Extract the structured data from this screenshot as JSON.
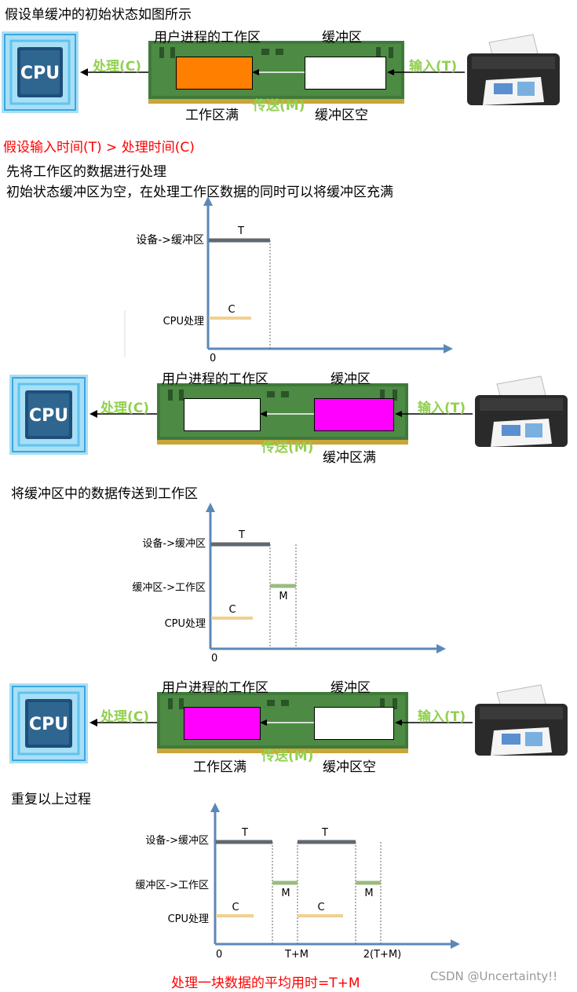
{
  "texts": {
    "intro": "假设单缓冲的初始状态如图所示",
    "assumption": "假设输入时间(T) > 处理时间(C)",
    "step1a": "先将工作区的数据进行处理",
    "step1b": "初始状态缓冲区为空，在处理工作区数据的同时可以将缓冲区充满",
    "step2": "将缓冲区中的数据传送到工作区",
    "step3": "重复以上过程",
    "conclusion": "处理一块数据的平均用时=T+M",
    "watermark": "CSDN @Uncertainty!!"
  },
  "scenes": [
    {
      "workarea_title": "用户进程的工作区",
      "buffer_title": "缓冲区",
      "process": "处理(C)",
      "input": "输入(T)",
      "transfer": "传送(M)",
      "workarea_status": "工作区满",
      "buffer_status": "缓冲区空",
      "workarea_color": "#ff7f00",
      "buffer_color": "#ffffff"
    },
    {
      "workarea_title": "用户进程的工作区",
      "buffer_title": "缓冲区",
      "process": "处理(C)",
      "input": "输入(T)",
      "transfer": "传送(M)",
      "workarea_status": "",
      "buffer_status": "缓冲区满",
      "workarea_color": "#ffffff",
      "buffer_color": "#ff00ff"
    },
    {
      "workarea_title": "用户进程的工作区",
      "buffer_title": "缓冲区",
      "process": "处理(C)",
      "input": "输入(T)",
      "transfer": "传送(M)",
      "workarea_status": "工作区满",
      "buffer_status": "缓冲区空",
      "workarea_color": "#ff00ff",
      "buffer_color": "#ffffff"
    }
  ],
  "cpu_label": "CPU",
  "icons": {
    "cpu": "cpu-chip-icon",
    "printer": "printer-icon",
    "memory": "memory-module-icon"
  },
  "timelines": [
    {
      "rows": [
        "设备->缓冲区",
        "CPU处理"
      ],
      "origin": "0",
      "bars": [
        {
          "row": "设备->缓冲区",
          "label": "T"
        },
        {
          "row": "CPU处理",
          "label": "C"
        }
      ],
      "ticks": []
    },
    {
      "rows": [
        "设备->缓冲区",
        "缓冲区->工作区",
        "CPU处理"
      ],
      "origin": "0",
      "bars": [
        {
          "row": "设备->缓冲区",
          "label": "T"
        },
        {
          "row": "缓冲区->工作区",
          "label": "M"
        },
        {
          "row": "CPU处理",
          "label": "C"
        }
      ],
      "ticks": []
    },
    {
      "rows": [
        "设备->缓冲区",
        "缓冲区->工作区",
        "CPU处理"
      ],
      "origin": "0",
      "bars": [
        {
          "row": "设备->缓冲区",
          "label": "T"
        },
        {
          "row": "设备->缓冲区",
          "label": "T"
        },
        {
          "row": "缓冲区->工作区",
          "label": "M"
        },
        {
          "row": "缓冲区->工作区",
          "label": "M"
        },
        {
          "row": "CPU处理",
          "label": "C"
        },
        {
          "row": "CPU处理",
          "label": "C"
        }
      ],
      "ticks": [
        "T+M",
        "2(T+M)"
      ]
    }
  ],
  "colors": {
    "device_bar": "#606870",
    "transfer_bar": "#9bbb80",
    "cpu_bar": "#f0d090",
    "axis": "#5b88b8",
    "green_label": "#92d050",
    "red_text": "#ff0000"
  }
}
